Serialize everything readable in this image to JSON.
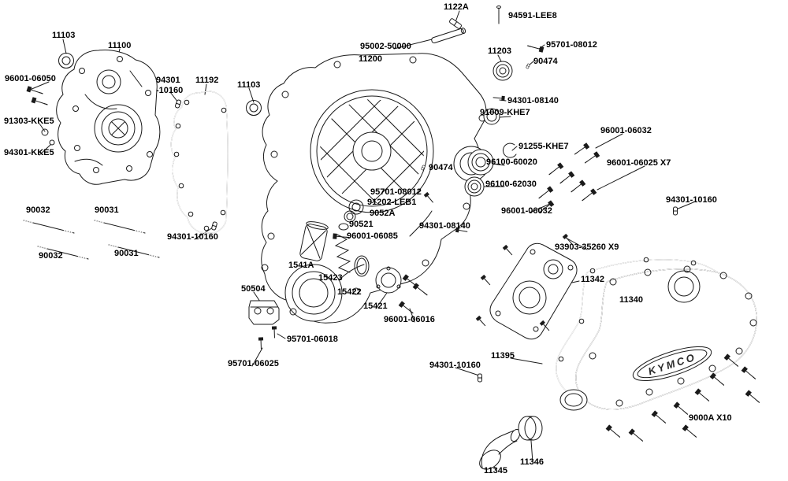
{
  "page": {
    "background": "#ffffff",
    "line_color": "#1a1a1a"
  },
  "cover_logo": "KYMCO",
  "labels": [
    "1122A",
    "94591-LEE8",
    "11103",
    "11100",
    "95002-50000",
    "11203",
    "95701-08012",
    "11200",
    "90474",
    "96001-06050",
    "94301\n-10160",
    "11192",
    "11103",
    "94301-08140",
    "91009-KHE7",
    "91303-KKE5",
    "96001-06032",
    "91255-KHE7",
    "94301-KKE5",
    "96100-60020",
    "96001-06025 X7",
    "90474",
    "96100-62030",
    "95701-08012",
    "91202-LEB1",
    "94301-10160",
    "90032",
    "90031",
    "9052A",
    "96001-06032",
    "90521",
    "94301-08140",
    "94301-10160",
    "96001-06085",
    "90032",
    "90031",
    "93903-35260 X9",
    "1541A",
    "15423",
    "11342",
    "15422",
    "50504",
    "11340",
    "15421",
    "96001-06016",
    "95701-06018",
    "11395",
    "94301-10160",
    "95701-06025",
    "9000A X10",
    "11346",
    "11345"
  ]
}
